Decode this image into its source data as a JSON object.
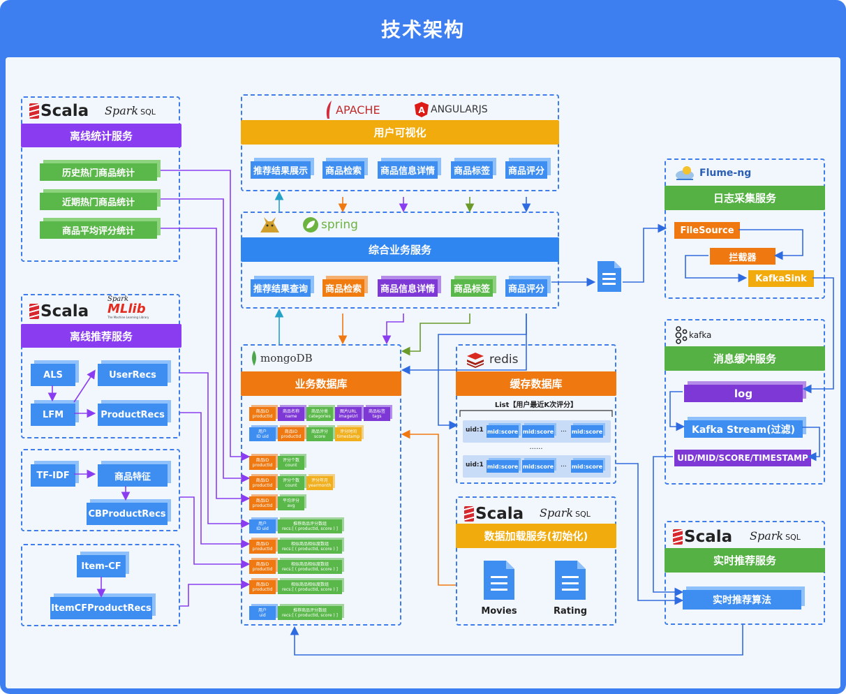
{
  "title": "技术架构",
  "colors": {
    "frame": "#3d7ef0",
    "canvas": "#f2f6fd",
    "violet": "#8a3df0",
    "orange": "#f07810",
    "gold": "#f2ab0d",
    "green": "#55b144",
    "blue": "#2f86f0"
  },
  "logos": {
    "scala": "Scala",
    "spark": "Spark",
    "sql": "SQL",
    "mllib": "MLlib",
    "mllib_sub": "The Machine Learning Library",
    "apache": "APACHE",
    "angular": "ANGULARJS",
    "spring": "spring",
    "mongodb": "mongoDB",
    "redis": "redis",
    "flume": "Flume-ng",
    "kafka": "kafka"
  },
  "offline_stats": {
    "title": "离线统计服务",
    "items": [
      "历史热门商品统计",
      "近期热门商品统计",
      "商品平均评分统计"
    ]
  },
  "offline_rec": {
    "title": "离线推荐服务",
    "als": "ALS",
    "lfm": "LFM",
    "user_recs": "UserRecs",
    "product_recs": "ProductRecs"
  },
  "content_rec": {
    "tfidf": "TF-IDF",
    "feature": "商品特征",
    "cb_recs": "CBProductRecs"
  },
  "item_cf": {
    "item_cf": "Item-CF",
    "item_cf_recs": "ItemCFProductRecs"
  },
  "visual": {
    "title": "用户可视化",
    "items": [
      "推荐结果展示",
      "商品检索",
      "商品信息详情",
      "商品标签",
      "商品评分"
    ]
  },
  "business": {
    "title": "综合业务服务",
    "items": [
      "推荐结果查询",
      "商品检索",
      "商品信息详情",
      "商品标签",
      "商品评分"
    ]
  },
  "mongo": {
    "title": "业务数据库",
    "row1": [
      [
        "商品ID",
        "productId"
      ],
      [
        "商品名称",
        "name"
      ],
      [
        "商品分类",
        "categories"
      ],
      [
        "图片URL",
        "imageUrl"
      ],
      [
        "商品标签",
        "tags"
      ]
    ],
    "row2": [
      [
        "用户",
        "ID uid"
      ],
      [
        "商品ID",
        "productId"
      ],
      [
        "商品评分",
        "score"
      ],
      [
        "评分时间",
        "timestamp"
      ]
    ],
    "row3": [
      [
        "商品ID",
        "productId"
      ],
      [
        "评分个数",
        "count"
      ]
    ],
    "row4": [
      [
        "商品ID",
        "productId"
      ],
      [
        "评分个数",
        "count"
      ],
      [
        "评分年月",
        "yearmonth"
      ]
    ],
    "row5": [
      [
        "商品ID",
        "productId"
      ],
      [
        "平均评分",
        "avg"
      ]
    ],
    "row6": [
      [
        "用户",
        "ID uid"
      ],
      [
        "推荐商品评分数组",
        "recs:[ ( productId, score ) ]"
      ]
    ],
    "row7": [
      [
        "商品ID",
        "productId"
      ],
      [
        "相似商品相似度数组",
        "recs:[ ( productId, score ) ]"
      ]
    ],
    "row8": [
      [
        "商品ID",
        "productId"
      ],
      [
        "相似商品相似度数组",
        "recs:[ ( productId, score ) ]"
      ]
    ],
    "row9": [
      [
        "商品ID",
        "productId"
      ],
      [
        "相似商品相似度数组",
        "recs:[ ( productId, score ) ]"
      ]
    ],
    "row10": [
      [
        "用户",
        "uid"
      ],
      [
        "推荐商品评分数组",
        "recs:[ ( productId, score ) ]"
      ]
    ]
  },
  "redis": {
    "title": "缓存数据库",
    "list_label": "List【用户最近K次评分】",
    "uid": "uid:1",
    "mid": "mid:score",
    "ellipsis": "...",
    "dots": "......"
  },
  "loader": {
    "title": "数据加载服务(初始化)",
    "movies": "Movies",
    "rating": "Rating"
  },
  "flume": {
    "title": "日志采集服务",
    "file_source": "FileSource",
    "interceptor": "拦截器",
    "kafka_sink": "KafkaSink"
  },
  "kafka": {
    "title": "消息缓冲服务",
    "log": "log",
    "stream": "Kafka Stream(过滤)",
    "fields": "UID/MID/SCORE/TIMESTAMP"
  },
  "realtime": {
    "title": "实时推荐服务",
    "algo": "实时推荐算法"
  }
}
